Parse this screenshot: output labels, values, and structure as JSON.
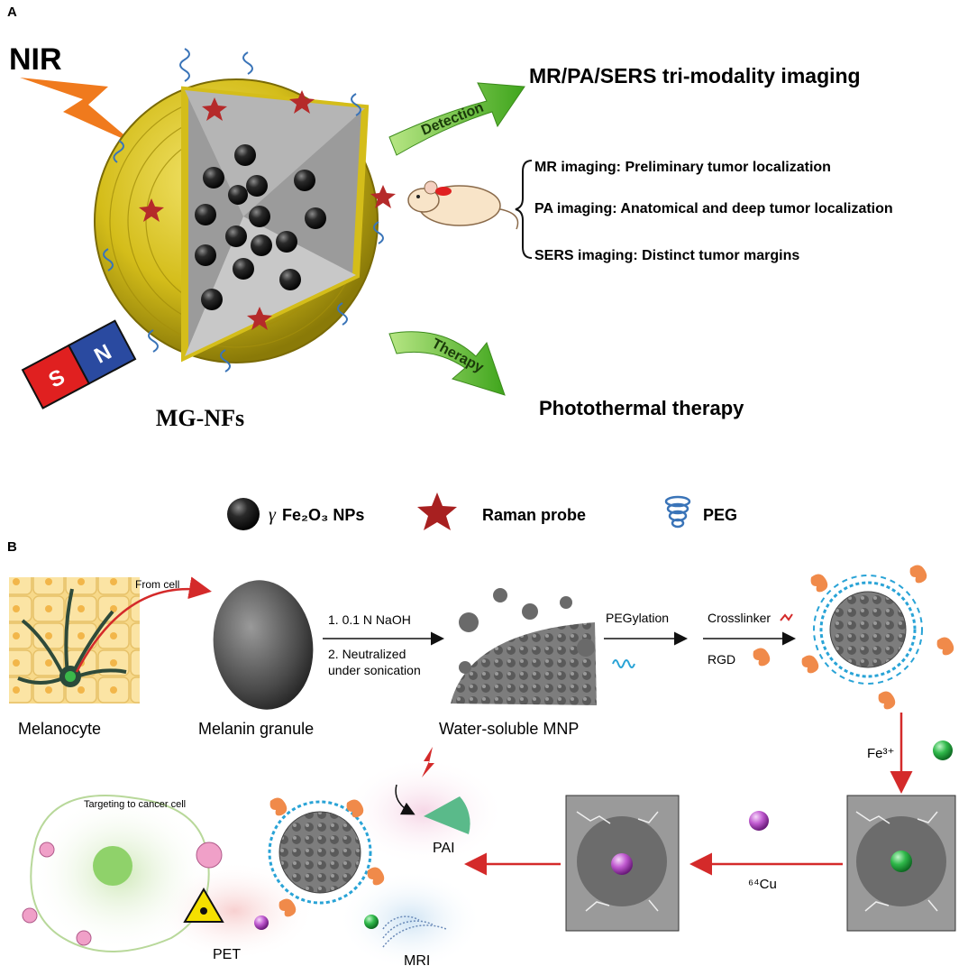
{
  "panel_a": {
    "label": "A",
    "nir": "NIR",
    "title_right": "MR/PA/SERS tri-modality imaging",
    "detection": "Detection",
    "therapy": "Therapy",
    "mr_imaging": "MR imaging:  Preliminary tumor localization",
    "pa_imaging": "PA imaging:   Anatomical and deep tumor localization",
    "sers_imaging": "SERS imaging: Distinct tumor margins",
    "photothermal": "Photothermal therapy",
    "mg_nfs": "MG-NFs",
    "magnet_s": "S",
    "magnet_n": "N",
    "legend": {
      "fe_symbol": "γ",
      "fe_label": "Fe₂O₃ NPs",
      "raman": "Raman probe",
      "peg": "PEG"
    },
    "colors": {
      "shell": "#d9c21a",
      "core": "#8c8c8c",
      "arrow": "#6fc43a",
      "bolt": "#f07a1d",
      "star": "#b52a2a",
      "peg": "#3a74b8"
    }
  },
  "panel_b": {
    "label": "B",
    "from_cell": "From cell",
    "melanocyte": "Melanocyte",
    "melanin_granule": "Melanin granule",
    "step1": "1. 0.1 N NaOH",
    "step2a": "2. Neutralized",
    "step2b": "under sonication",
    "water_soluble": "Water-soluble MNP",
    "pegylation": "PEGylation",
    "crosslinker": "Crosslinker",
    "rgd": "RGD",
    "fe3": "Fe³⁺",
    "cu64": "⁶⁴Cu",
    "targeting": "Targeting to cancer cell",
    "pai": "PAI",
    "pet": "PET",
    "mri": "MRI",
    "colors": {
      "arrow_red": "#d42a2a",
      "peg_blue": "#29a3d6",
      "rgd_orange": "#f08a4a",
      "fe_green": "#2fb84a",
      "cu_purple": "#c05ad0"
    }
  }
}
